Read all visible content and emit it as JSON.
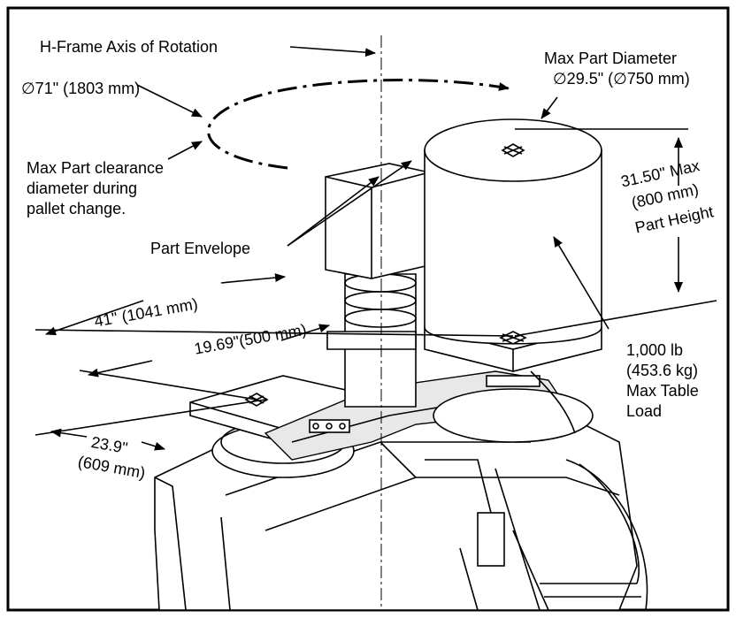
{
  "labels": {
    "h_frame_axis": "H-Frame Axis of Rotation",
    "clearance_dia": "∅71\" (1803 mm)",
    "clearance_desc_1": "Max Part clearance",
    "clearance_desc_2": "diameter during",
    "clearance_desc_3": "pallet change.",
    "max_part_dia_1": "Max Part Diameter",
    "max_part_dia_2": "∅29.5\" (∅750 mm)",
    "height_1": "31.50\" Max",
    "height_2": "(800 mm)",
    "height_3": "Part Height",
    "part_envelope": "Part Envelope",
    "dim_41": "41\" (1041 mm)",
    "dim_19": "19.69\"(500 mm)",
    "dim_23_1": "23.9\"",
    "dim_23_2": "(609 mm)",
    "load_1": "1,000 lb",
    "load_2": "(453.6 kg)",
    "load_3": "Max Table",
    "load_4": "Load"
  },
  "colors": {
    "line": "#000000",
    "background": "#ffffff"
  },
  "icons": [
    "table-center-mark-icon"
  ]
}
